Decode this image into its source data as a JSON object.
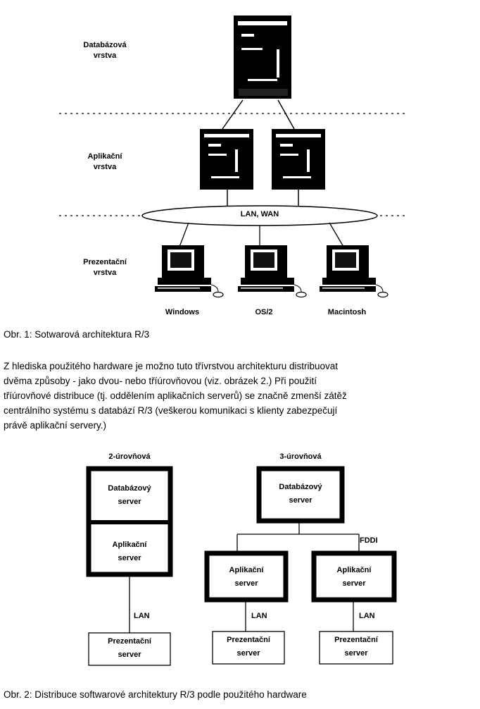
{
  "figure1": {
    "layers": [
      {
        "line1": "Databázová",
        "line2": "vrstva"
      },
      {
        "line1": "Aplikační",
        "line2": "vrstva"
      },
      {
        "line1": "Prezentační",
        "line2": "vrstva"
      }
    ],
    "network_label": "LAN, WAN",
    "clients": [
      "Windows",
      "OS/2",
      "Macintosh"
    ],
    "caption": "Obr. 1: Sotwarová architektura R/3"
  },
  "paragraph": [
    "Z hlediska použitého hardware je možno tuto třívrstvou architekturu distribuovat",
    "dvěma způsoby - jako dvou- nebo tříúrovňovou (viz. obrázek 2.) Při použití",
    "tříúrovňové distribuce (tj. oddělením aplikačních serverů) se značně zmenší zátěž",
    "centrálního systému s databází R/3 (veškerou komunikaci s klienty zabezpečují",
    "právě aplikační servery.)"
  ],
  "figure2": {
    "two_tier": {
      "heading": "2-úrovňová",
      "db_line1": "Databázový",
      "db_line2": "server",
      "app_line1": "Aplikační",
      "app_line2": "server",
      "lan": "LAN",
      "pres_line1": "Prezentační",
      "pres_line2": "server"
    },
    "three_tier": {
      "heading": "3-úrovňová",
      "db_line1": "Databázový",
      "db_line2": "server",
      "fddi": "FDDI",
      "app_line1": "Aplikační",
      "app_line2": "server",
      "lan": "LAN",
      "pres_line1": "Prezentační",
      "pres_line2": "server"
    },
    "caption": "Obr. 2: Distribuce softwarové architektury R/3 podle použitého hardware"
  }
}
